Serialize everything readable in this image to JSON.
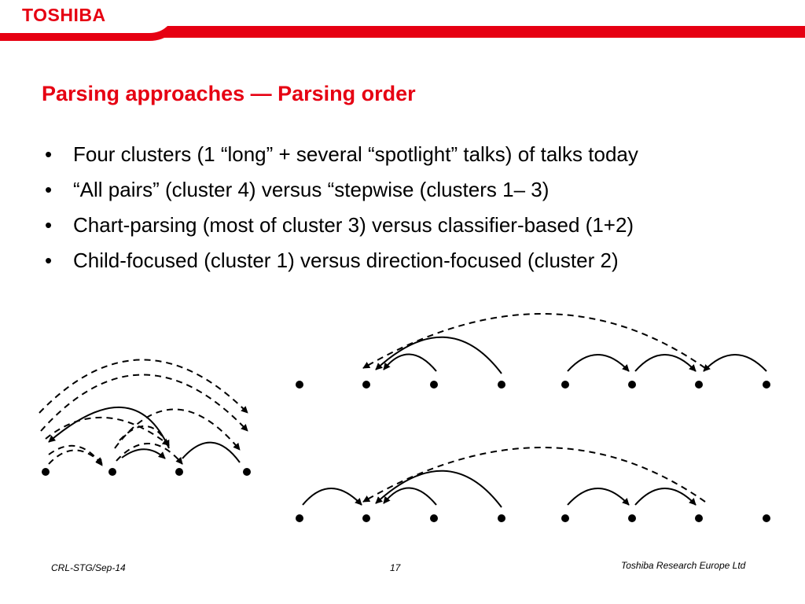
{
  "header": {
    "logo_text": "TOSHIBA",
    "brand_color": "#e60012"
  },
  "slide": {
    "title": "Parsing approaches — Parsing order",
    "bullet_marker": "•",
    "bullets": [
      "Four clusters (1 “long” + several “spotlight” talks) of talks today",
      "“All pairs” (cluster 4) versus “stepwise (clusters 1– 3)",
      "Chart-parsing (most of cluster 3) versus classifier-based (1+2)",
      "Child-focused (cluster 1) versus direction-focused (cluster 2)"
    ]
  },
  "footer": {
    "left": "CRL-STG/Sep-14",
    "page_number": "17",
    "right": "Toshiba Research Europe Ltd"
  }
}
